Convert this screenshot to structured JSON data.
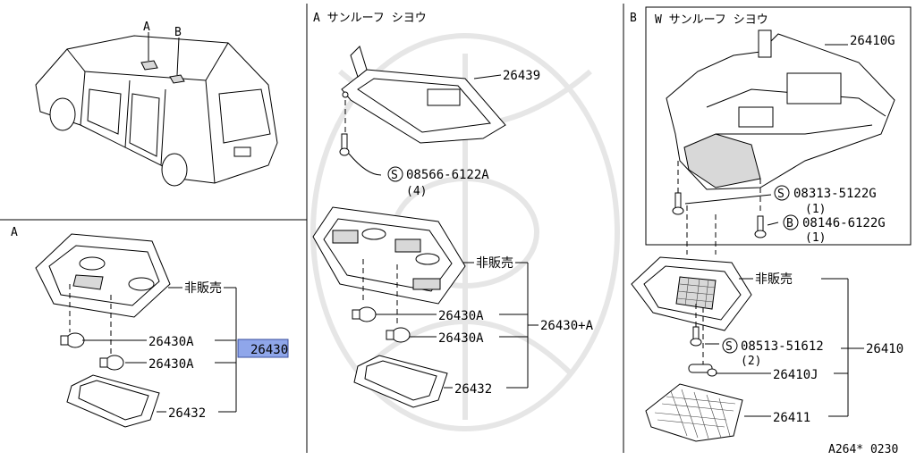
{
  "sections": {
    "left_top": {
      "markers": {
        "a": "A",
        "b": "B"
      }
    },
    "left_bottom": {
      "title": "A",
      "non_sale": "非販売",
      "bulb_1": "26430A",
      "bulb_2": "26430A",
      "assembly": "26430",
      "lens": "26432"
    },
    "center": {
      "title": "A サンルーフ シヨウ",
      "bracket": "26439",
      "screw_symbol": "S",
      "screw": "08566-6122A",
      "screw_qty": "(4)",
      "non_sale": "非販売",
      "bulb_1": "26430A",
      "bulb_2": "26430A",
      "assembly": "26430+A",
      "lens": "26432"
    },
    "right": {
      "corner": "B",
      "box_title": "W サンルーフ シヨウ",
      "bracket": "26410G",
      "screw_symbol": "S",
      "screw": "08313-5122G",
      "screw_qty": "(1)",
      "bolt_symbol": "B",
      "bolt": "08146-6122G",
      "bolt_qty": "(1)",
      "non_sale": "非販売",
      "screw2_symbol": "S",
      "screw2": "08513-51612",
      "screw2_qty": "(2)",
      "assembly": "26410",
      "bulb": "26410J",
      "lens": "26411"
    }
  },
  "footer_code": "A264* 0230",
  "colors": {
    "highlight": "#8fa6ea",
    "line": "#000000"
  }
}
